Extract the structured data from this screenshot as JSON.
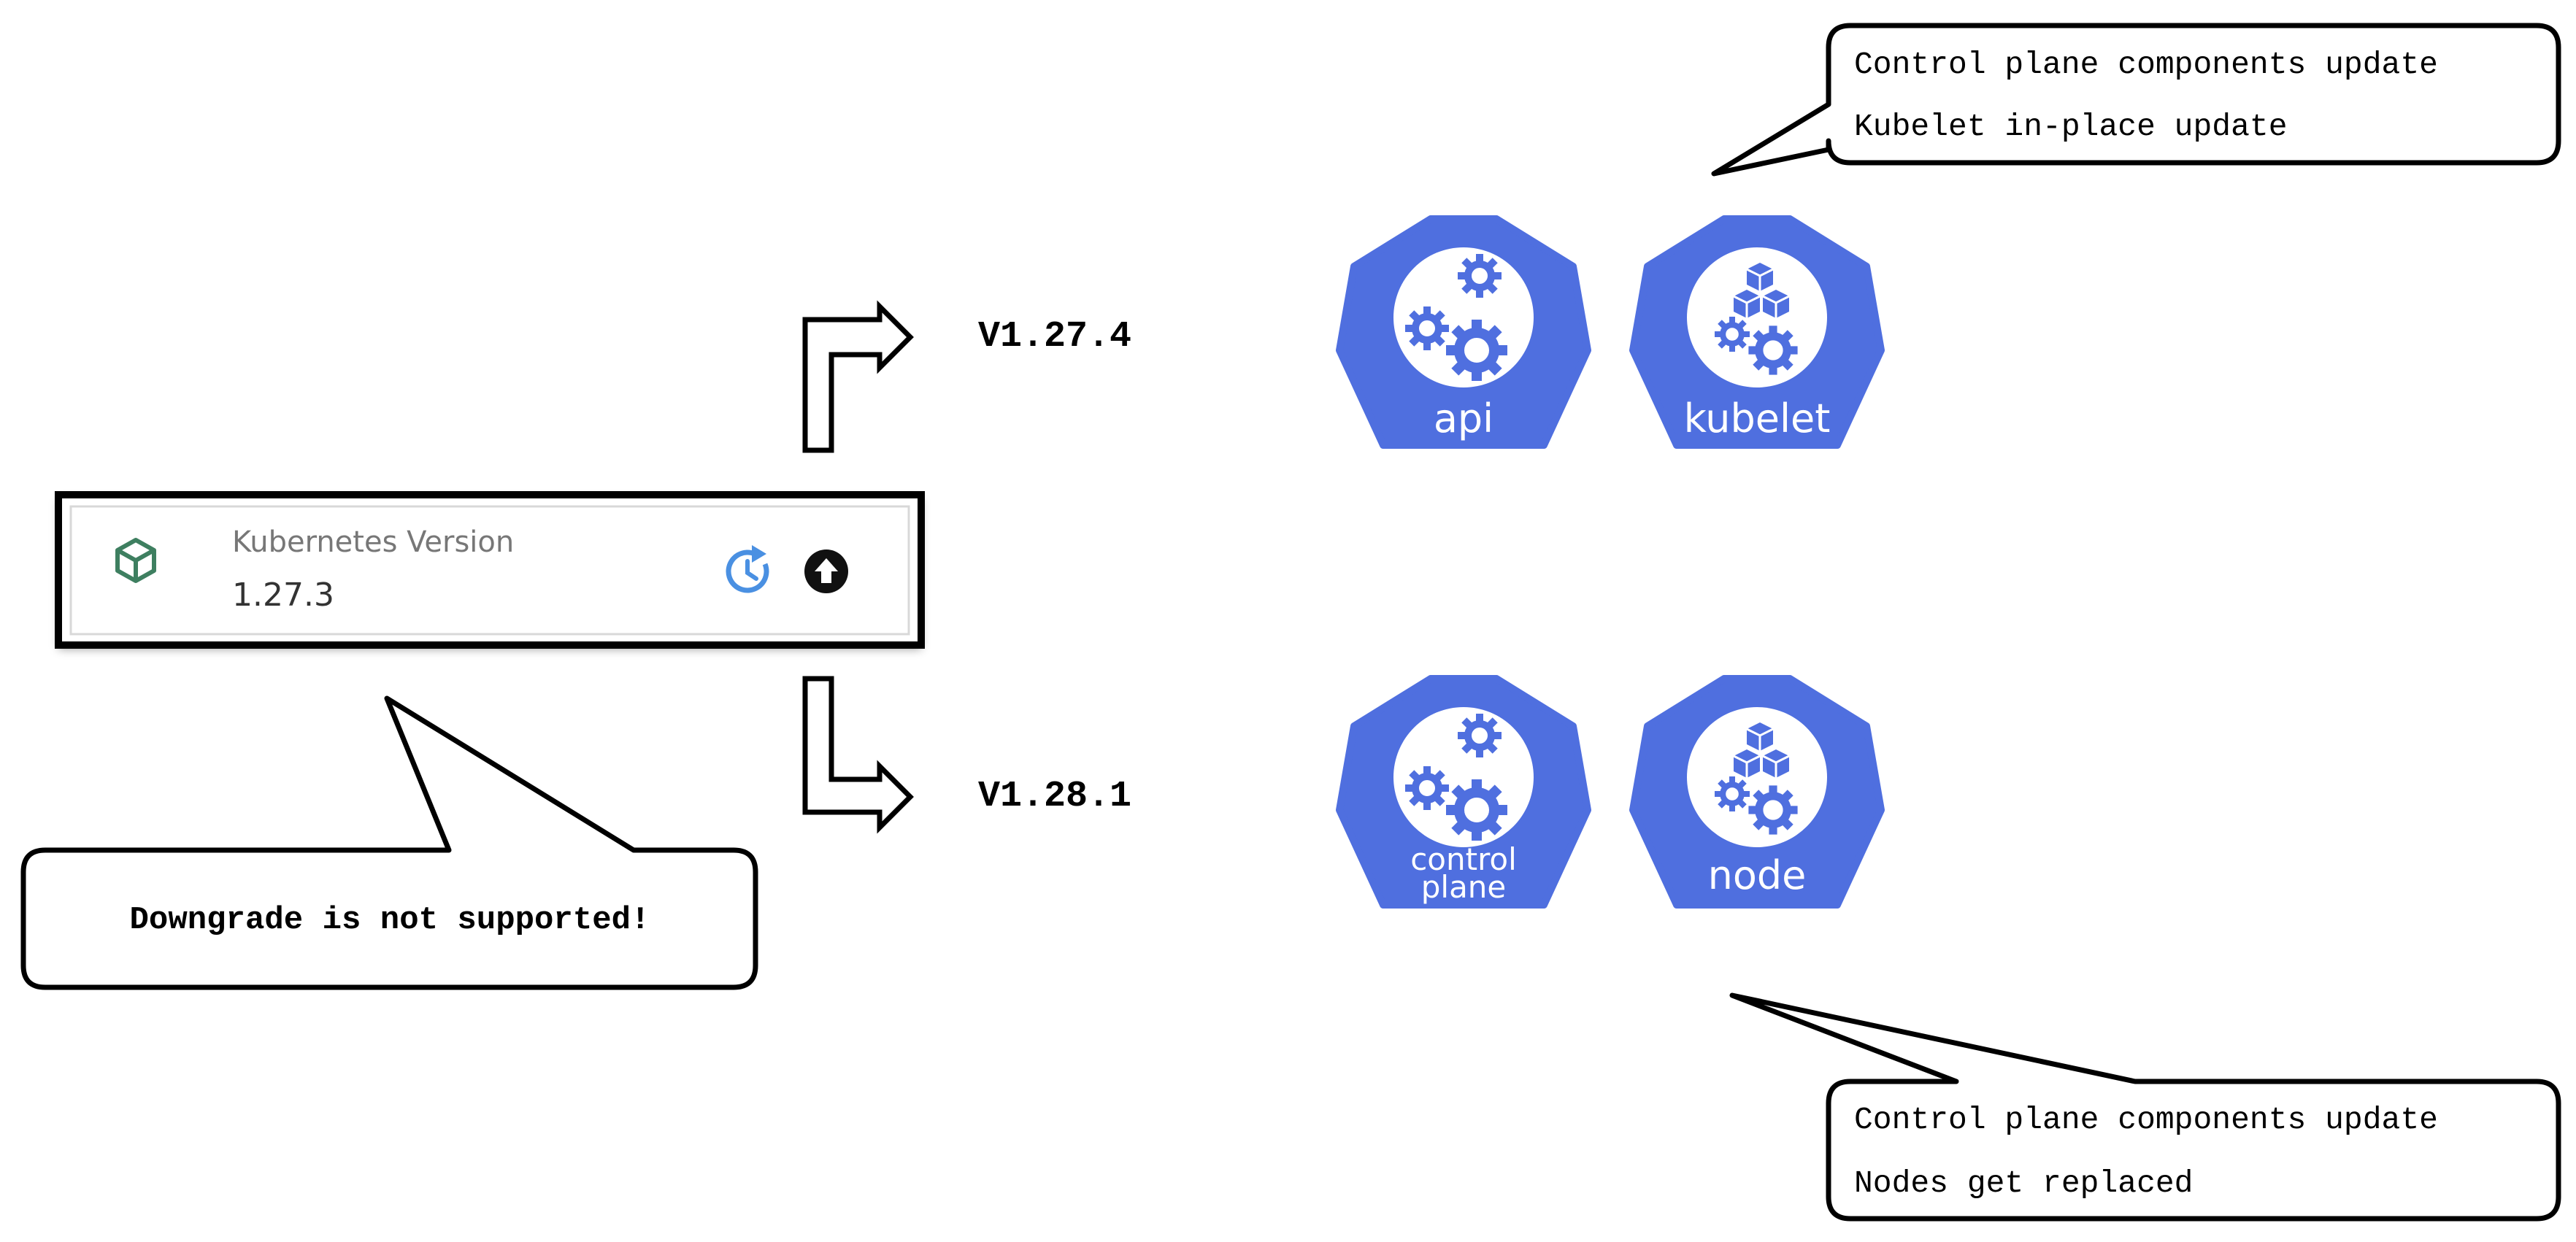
{
  "version_card": {
    "label": "Kubernetes Version",
    "value": "1.27.3",
    "left_icon": "cube-icon",
    "refresh_icon": "clock-refresh-icon",
    "upgrade_icon": "upload-arrow-icon"
  },
  "upgrade_targets": [
    {
      "version": "V1.27.4",
      "icons": [
        "api",
        "kubelet"
      ]
    },
    {
      "version": "V1.28.1",
      "icons": [
        "control plane",
        "node"
      ]
    }
  ],
  "callouts": {
    "top_right": {
      "line1": "Control plane components update",
      "line2": "Kubelet in-place update"
    },
    "bottom_right": {
      "line1": "Control plane components update",
      "line2": "Nodes get replaced"
    },
    "bottom_left": {
      "text": "Downgrade is not supported!"
    }
  },
  "icon_labels": {
    "api": "api",
    "kubelet": "kubelet",
    "control_plane_line1": "control",
    "control_plane_line2": "plane",
    "node": "node"
  },
  "colors": {
    "k8s_blue": "#4F6FDF",
    "refresh_blue": "#4A90E2",
    "cube_green": "#3E7F60",
    "ink": "#000000"
  }
}
